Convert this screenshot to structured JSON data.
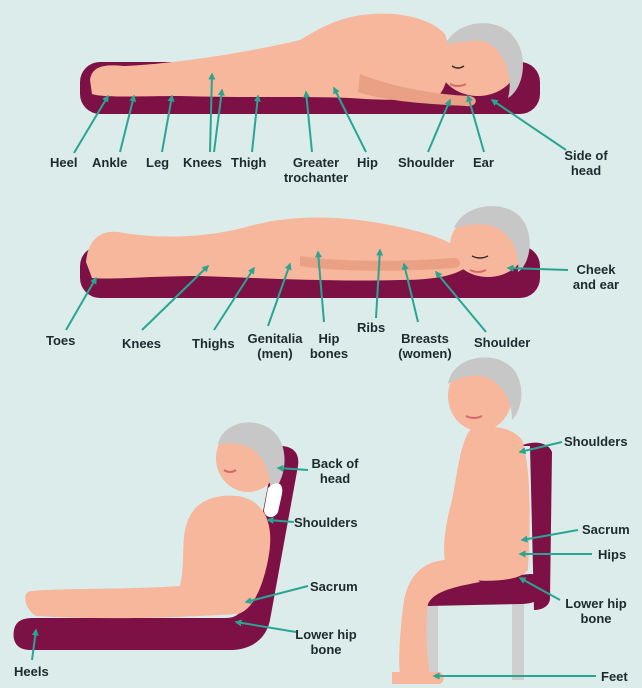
{
  "diagram": {
    "panel_side": {
      "labels": {
        "heel": "Heel",
        "ankle": "Ankle",
        "leg": "Leg",
        "knees": "Knees",
        "thigh": "Thigh",
        "greater_trochanter_1": "Greater",
        "greater_trochanter_2": "trochanter",
        "hip": "Hip",
        "shoulder": "Shoulder",
        "ear": "Ear",
        "side_of_head_1": "Side of",
        "side_of_head_2": "head"
      }
    },
    "panel_prone": {
      "labels": {
        "toes": "Toes",
        "knees": "Knees",
        "thighs": "Thighs",
        "genitalia_1": "Genitalia",
        "genitalia_2": "(men)",
        "hip_bones_1": "Hip",
        "hip_bones_2": "bones",
        "ribs": "Ribs",
        "breasts_1": "Breasts",
        "breasts_2": "(women)",
        "shoulder": "Shoulder",
        "cheek_ear_1": "Cheek",
        "cheek_ear_2": "and ear"
      }
    },
    "panel_reclined": {
      "labels": {
        "back_of_head_1": "Back of",
        "back_of_head_2": "head",
        "shoulders": "Shoulders",
        "sacrum": "Sacrum",
        "heels": "Heels",
        "lower_hip_bone_1": "Lower hip",
        "lower_hip_bone_2": "bone"
      }
    },
    "panel_seated": {
      "labels": {
        "shoulders": "Shoulders",
        "sacrum": "Sacrum",
        "hips": "Hips",
        "lower_hip_bone_1": "Lower hip",
        "lower_hip_bone_2": "bone",
        "feet": "Feet"
      }
    },
    "colors": {
      "background": "#dbeceb",
      "skin": "#f6b79c",
      "skin_shade": "#e9a085",
      "hair": "#c7c7c7",
      "mattress": "#7d1146",
      "pointer": "#2aa592",
      "text": "#1e2a2e"
    }
  }
}
